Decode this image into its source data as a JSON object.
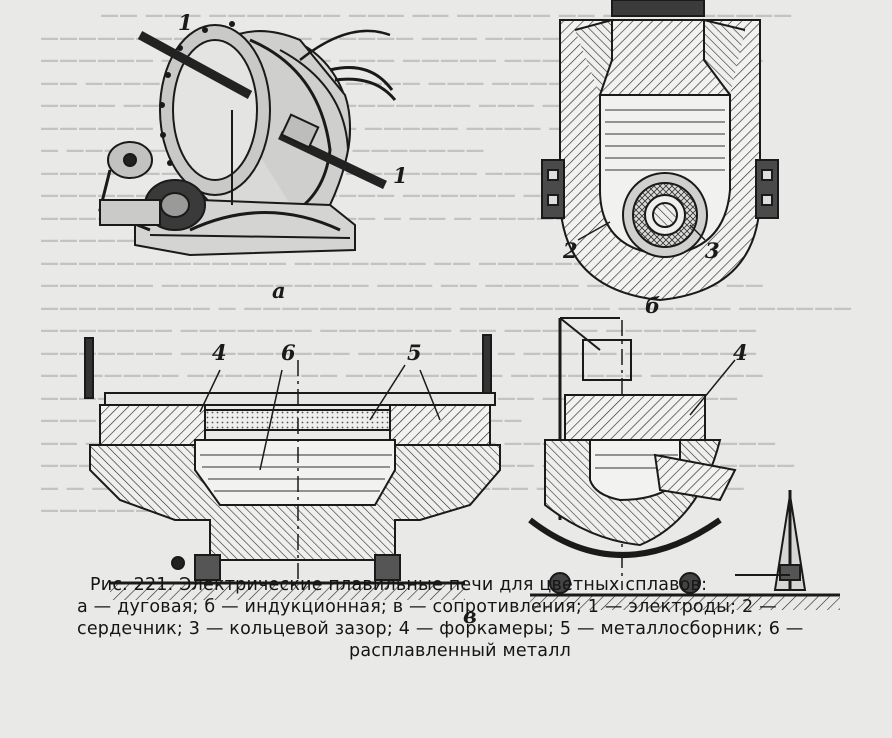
{
  "labels": {
    "one_top": "1",
    "one_right": "1",
    "a": "а",
    "b": "б",
    "two": "2",
    "three": "3",
    "four_left": "4",
    "six": "6",
    "five": "5",
    "four_right": "4",
    "v": "в"
  },
  "caption": {
    "line1": "Рис. 221. Электрические плавильные печи для цветных сплавов:",
    "line2": "а — дуговая; б — индукционная; в — сопротивления; 1 — электроды; 2 —",
    "line3": "сердечник; 3 — кольцевой зазор; 4 — форкамеры; 5 — металлосборник; 6 —",
    "line4": "расплавленный металл"
  }
}
